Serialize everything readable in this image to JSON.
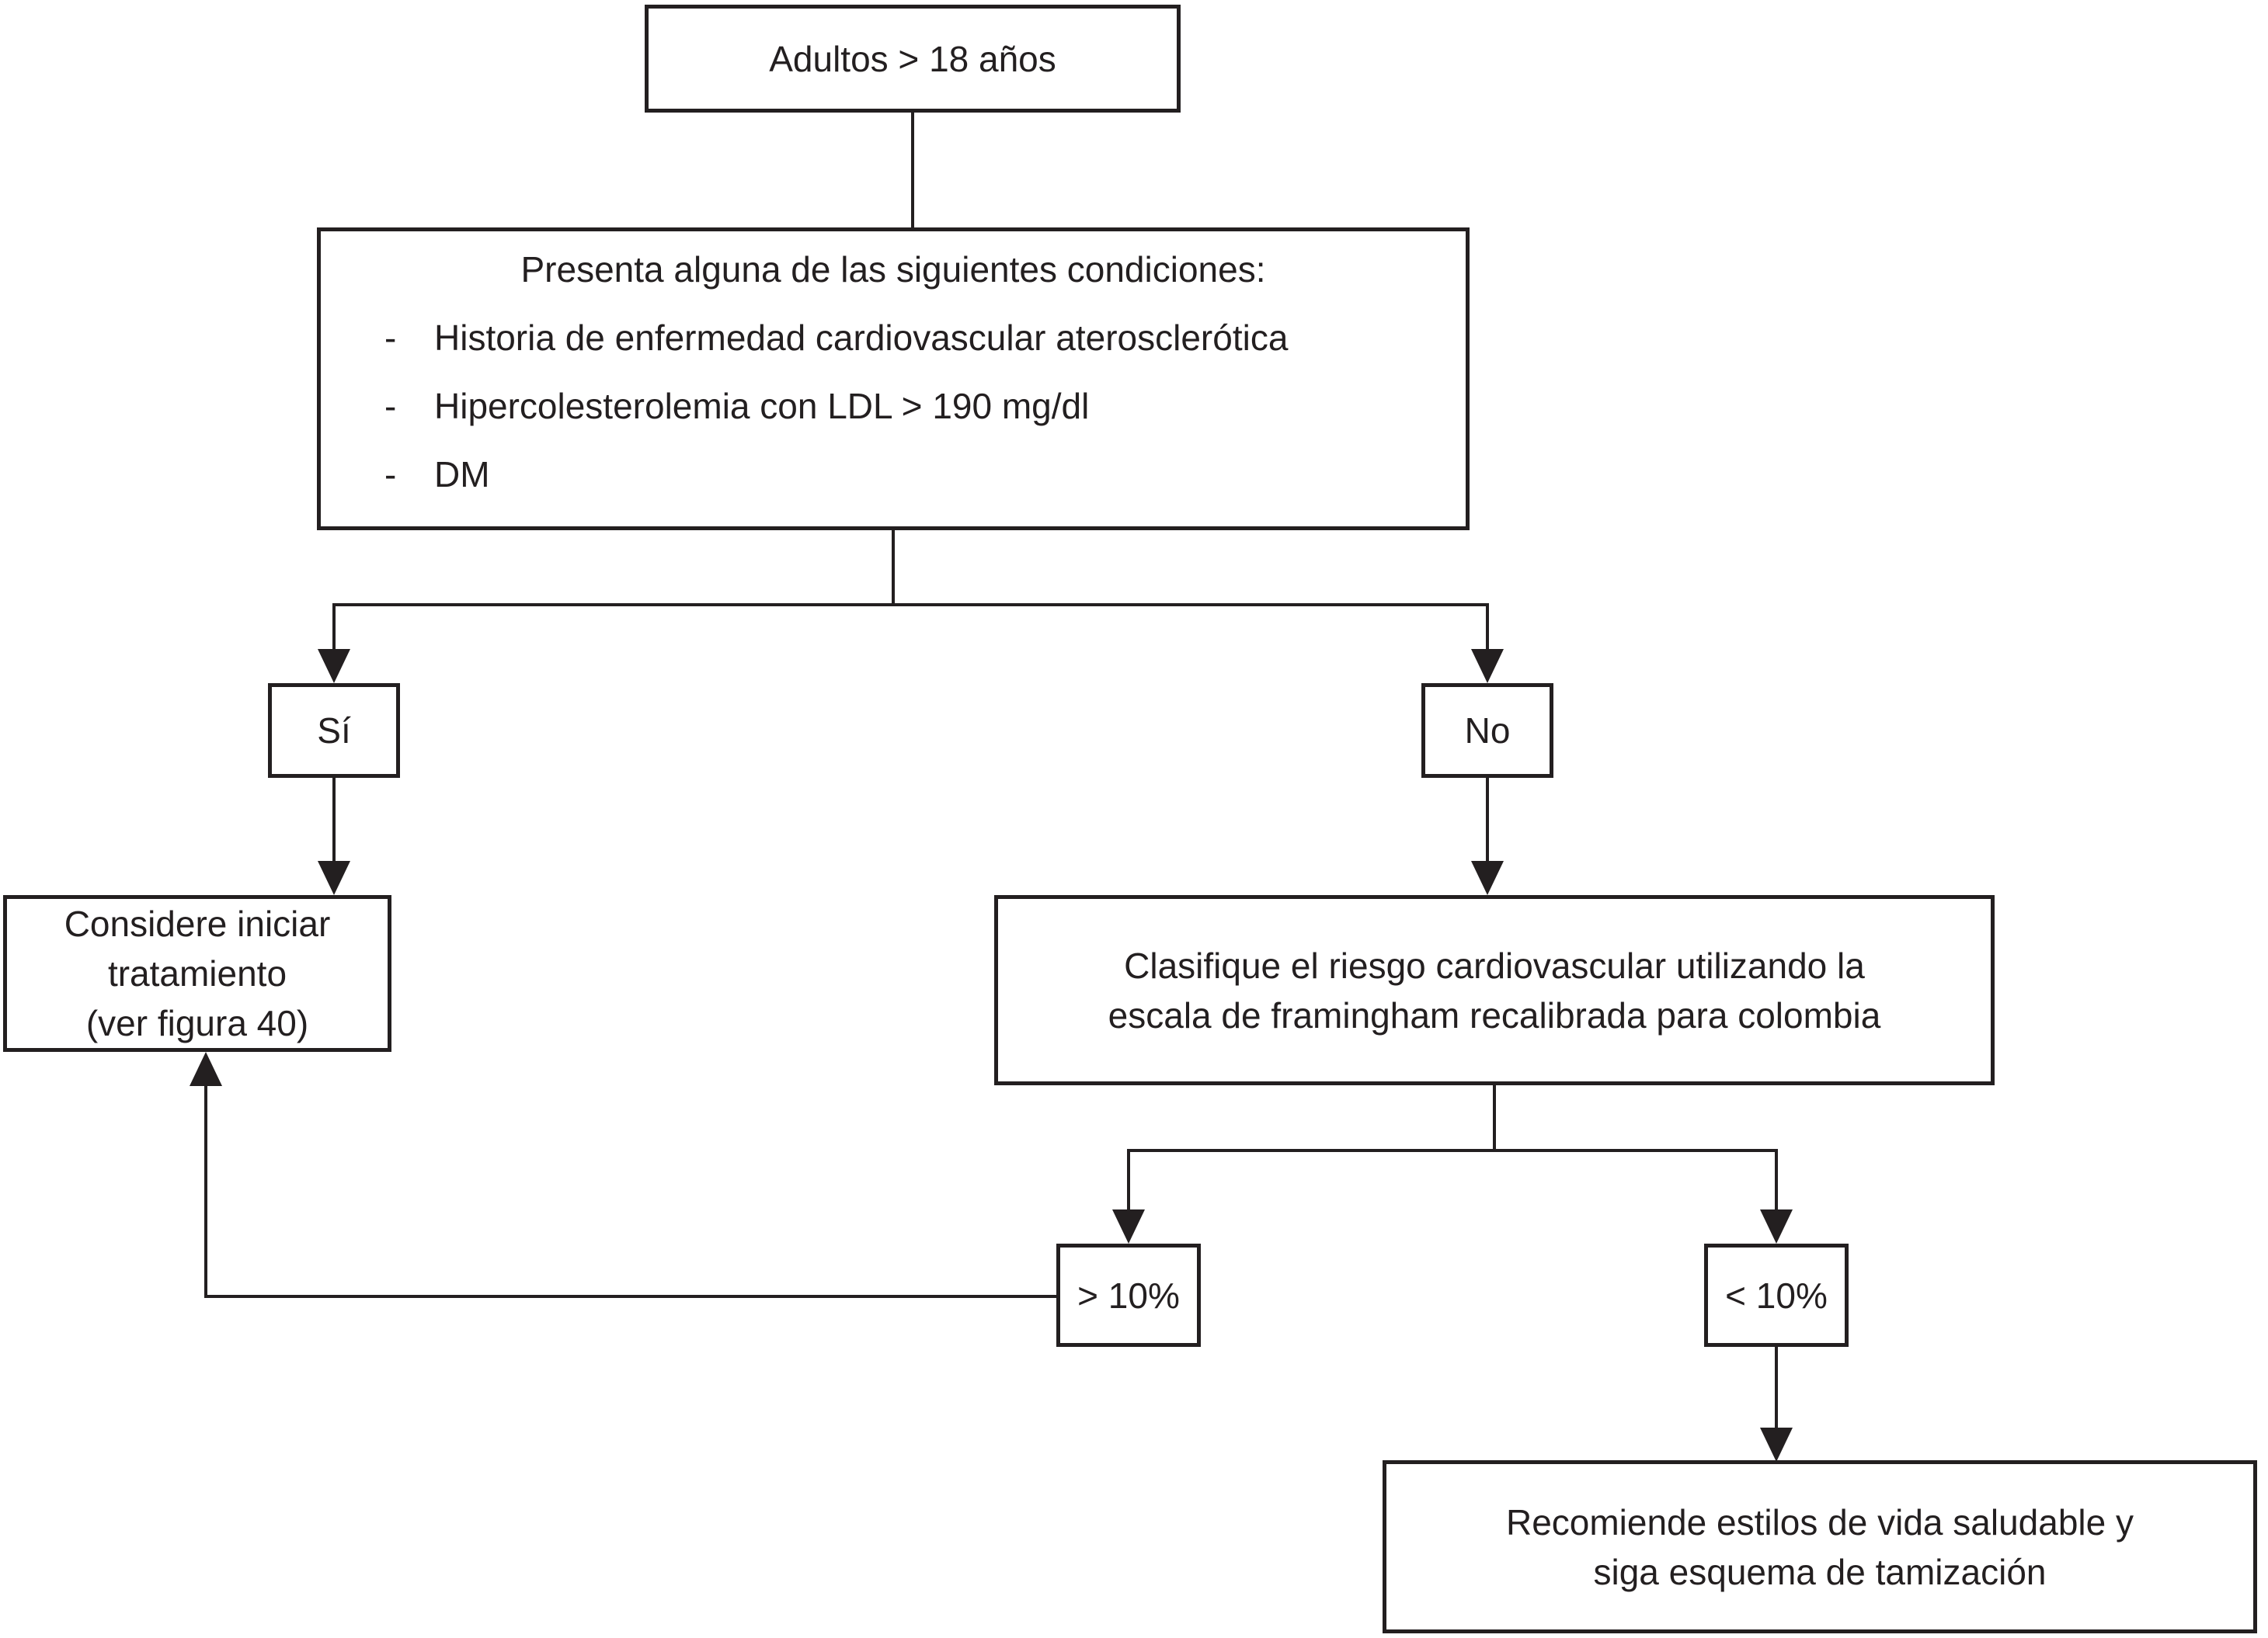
{
  "diagram": {
    "background_color": "#ffffff",
    "line_color": "#231f20",
    "nodes": {
      "adultos": {
        "label": "Adultos > 18 años"
      },
      "presenta": {
        "title": "Presenta alguna de las siguientes condiciones:",
        "bullet": "-",
        "items": [
          "Historia de enfermedad cardiovascular aterosclerótica",
          "Hipercolesterolemia con LDL > 190 mg/dl",
          "DM"
        ]
      },
      "si": {
        "label": "Sí"
      },
      "no": {
        "label": "No"
      },
      "considere": {
        "label": "Considere iniciar tratamiento\n(ver figura 40)"
      },
      "clasifique": {
        "label": "Clasifique el riesgo cardiovascular utilizando la\nescala de framingham recalibrada para colombia"
      },
      "gt10": {
        "label": "> 10%"
      },
      "lt10": {
        "label": "< 10%"
      },
      "recomiende": {
        "label": "Recomiende estilos de vida saludable y\nsiga esquema de tamización"
      }
    }
  }
}
